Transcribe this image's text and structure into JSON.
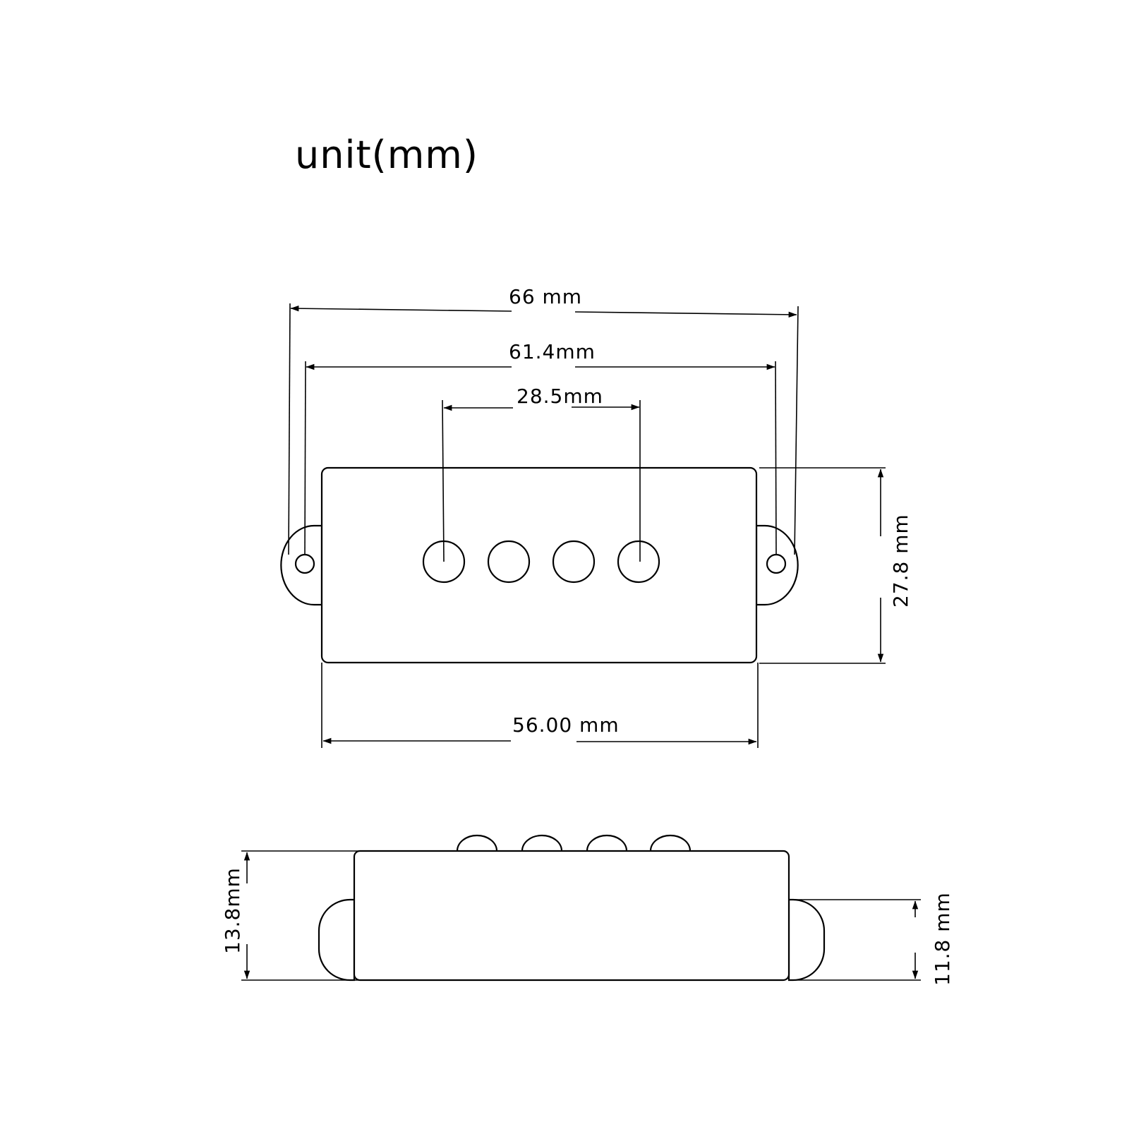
{
  "title": "unit(mm)",
  "top_view": {
    "overall_width": "66 mm",
    "mount_hole_spacing": "61.4mm",
    "pole_span": "28.5mm",
    "body_height": "27.8 mm",
    "body_width": "56.00 mm"
  },
  "side_view": {
    "overall_height": "13.8mm",
    "body_height": "11.8 mm"
  }
}
